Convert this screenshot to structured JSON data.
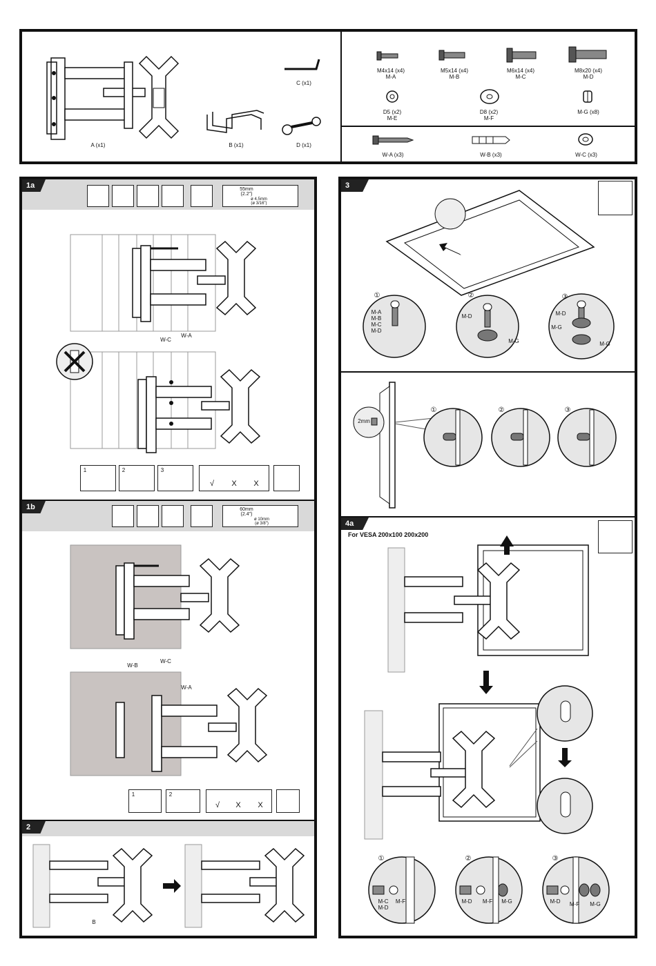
{
  "parts": {
    "mount_a": "A (x1)",
    "hook_b": "B (x1)",
    "key_c": "C (x1)",
    "wrench_d": "D (x1)"
  },
  "hardware_top": [
    {
      "label": "M4x14 (x4)\nM-A"
    },
    {
      "label": "M5x14 (x4)\nM-B"
    },
    {
      "label": "M6x14 (x4)\nM-C"
    },
    {
      "label": "M8x20 (x4)\nM-D"
    }
  ],
  "hardware_mid": [
    {
      "label": "D5 (x2)\nM-E"
    },
    {
      "label": "D8 (x2)\nM-F"
    },
    {
      "label": "M-G (x8)"
    }
  ],
  "hardware_wall": [
    {
      "label": "W-A (x3)"
    },
    {
      "label": "W-B (x3)"
    },
    {
      "label": "W-C (x3)"
    }
  ],
  "step_1a": {
    "tag": "1a",
    "drill_size": "55mm",
    "drill_size_in": "(2.2\")",
    "bit": "ø 4.5mm",
    "bit_in": "(ø 3/16\")",
    "callouts": {
      "wc": "W-C",
      "wa": "W-A"
    },
    "check_marks": [
      "√",
      "X",
      "X"
    ],
    "substeps": [
      "1",
      "2",
      "3"
    ]
  },
  "step_1b": {
    "tag": "1b",
    "drill_size": "60mm",
    "drill_size_in": "(2.4\")",
    "bit": "ø 10mm",
    "bit_in": "(ø 3/8\")",
    "callouts": {
      "wb": "W-B",
      "wc": "W-C",
      "wa": "W-A"
    },
    "check_marks": [
      "√",
      "X",
      "X"
    ],
    "substeps": [
      "1",
      "2"
    ]
  },
  "step_2": {
    "tag": "2",
    "hook_label": "B"
  },
  "step_3": {
    "tag": "3",
    "circles": [
      {
        "num": "①",
        "labels": "M-A\nM-B\nM-C\nM-D"
      },
      {
        "num": "②",
        "labels": "M-D",
        "label2": "M-G"
      },
      {
        "num": "③",
        "labels": "M-D",
        "label2": "M-G",
        "label3": "M-G"
      }
    ],
    "gap": "2mm",
    "gap_circles": [
      "①",
      "②",
      "③"
    ]
  },
  "step_4a": {
    "tag": "4a",
    "title": "For VESA 200x100 200x200",
    "circles": [
      {
        "num": "①",
        "labels": [
          "M-C\nM-D",
          "M-F"
        ]
      },
      {
        "num": "②",
        "labels": [
          "M-D",
          "M-F",
          "M-G"
        ]
      },
      {
        "num": "③",
        "labels": [
          "M-D",
          "M-F",
          "M-G"
        ]
      }
    ]
  }
}
